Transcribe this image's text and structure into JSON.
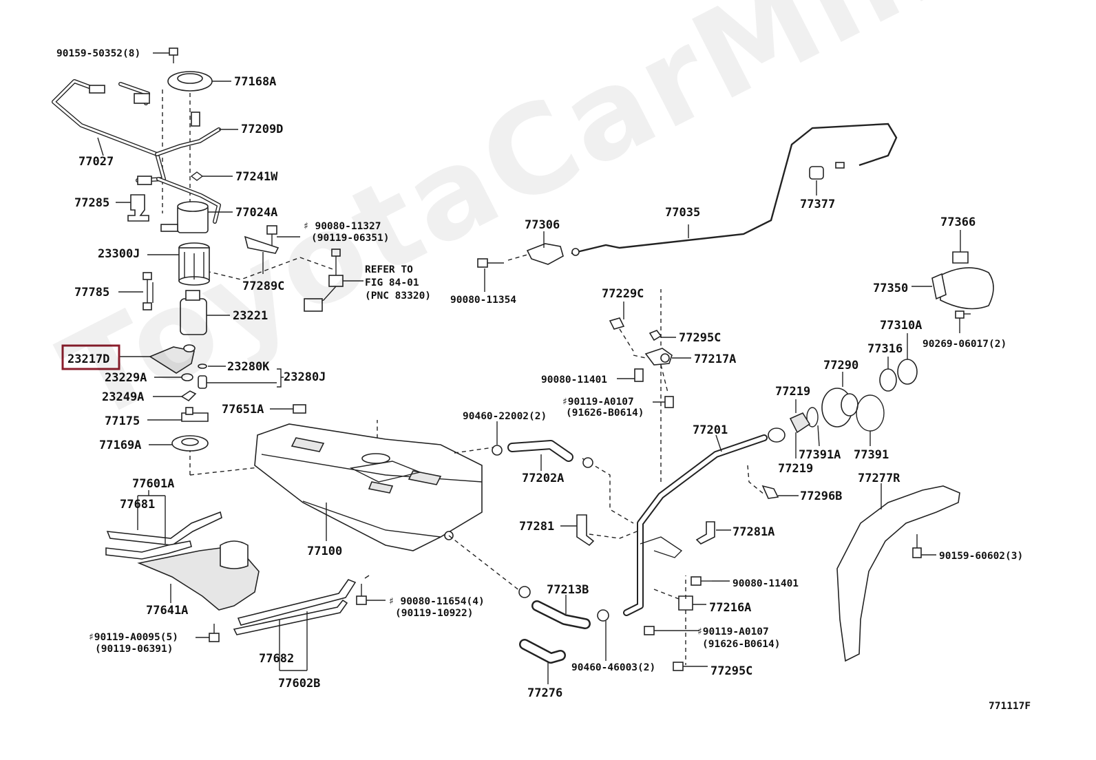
{
  "watermark": "ToyotaCarMine.ru",
  "figure_code": "771117F",
  "highlighted_part": "23217D",
  "labels": {
    "p90159_50352": "90159-50352(8)",
    "p77168A": "77168A",
    "p77209D": "77209D",
    "p77027": "77027",
    "p77241W": "77241W",
    "p77285": "77285",
    "p77024A": "77024A",
    "p90080_11327": "♯ 90080-11327",
    "p90119_06351": "(90119-06351)",
    "p23300J": "23300J",
    "p77289C": "77289C",
    "refer_1": "REFER TO",
    "refer_2": "FIG 84-01",
    "refer_3": "(PNC 83320)",
    "p77785": "77785",
    "p23221": "23221",
    "p23217D": "23217D",
    "p23280K": "23280K",
    "p23280J": "23280J",
    "p23229A": "23229A",
    "p23249A": "23249A",
    "p77175": "77175",
    "p77651A": "77651A",
    "p77169A": "77169A",
    "p77306": "77306",
    "p77035": "77035",
    "p77377": "77377",
    "p90080_11354": "90080-11354",
    "p77229C": "77229C",
    "p77295C_top": "77295C",
    "p77217A": "77217A",
    "p90080_11401_a": "90080-11401",
    "p90119_A0107_a": "♯90119-A0107",
    "p91626_B0614_a": "(91626-B0614)",
    "p90460_22002": "90460-22002(2)",
    "p77202A": "77202A",
    "p77366": "77366",
    "p77350": "77350",
    "p77310A": "77310A",
    "p90269_06017": "90269-06017(2)",
    "p77316": "77316",
    "p77290": "77290",
    "p77219_top": "77219",
    "p77219_bot": "77219",
    "p77391A": "77391A",
    "p77391": "77391",
    "p77201": "77201",
    "p77296B": "77296B",
    "p77601A": "77601A",
    "p77681": "77681",
    "p77100": "77100",
    "p77281": "77281",
    "p77281A": "77281A",
    "p77277R": "77277R",
    "p90159_60602": "90159-60602(3)",
    "p77641A": "77641A",
    "p77213B": "77213B",
    "p90080_11401_b": "90080-11401",
    "p90080_11654": "♯ 90080-11654(4)",
    "p90119_10922": "(90119-10922)",
    "p77216A": "77216A",
    "p90119_A0107_b": "♯90119-A0107",
    "p91626_B0614_b": "(91626-B0614)",
    "p90119_A0095": "♯90119-A0095(5)",
    "p90119_06391": "(90119-06391)",
    "p77682": "77682",
    "p77602B": "77602B",
    "p90460_46003": "90460-46003(2)",
    "p77295C_bot": "77295C",
    "p77276": "77276"
  },
  "colors": {
    "highlight": "#8b1d2c",
    "ink": "#222222",
    "background": "#ffffff"
  }
}
